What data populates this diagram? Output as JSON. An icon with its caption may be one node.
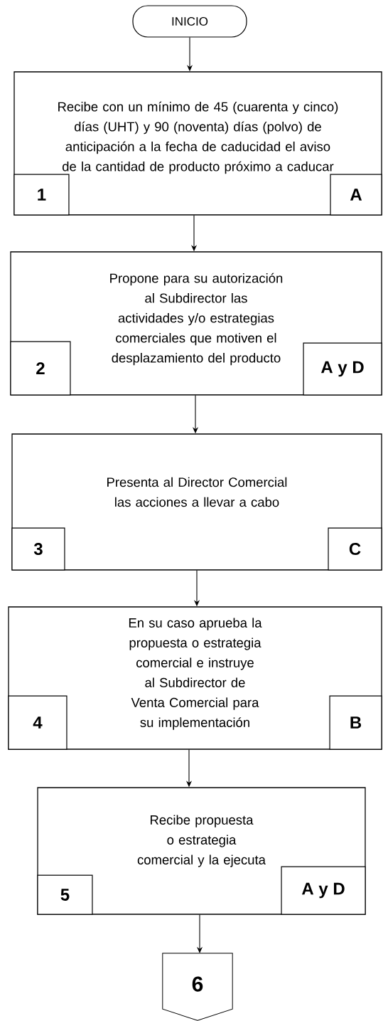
{
  "diagram": {
    "nodes": [
      {
        "text": [
          "INICIO"
        ]
      },
      {
        "text": [
          "Recibe con un mínimo de 45 (cuarenta y cinco) días (UHT) y 90 (noventa) días (polvo) de anticipación a la fecha de caducidad el aviso de la cantidad de producto próximo a caducar"
        ]
      },
      {
        "text": [
          "1"
        ],
        "in": 1
      },
      {
        "text": [
          "A"
        ],
        "in": 1
      },
      {
        "text": [
          "Propone para su autorización al Subdirector las actividades y/o estrategias comerciales que motiven el desplazamiento del producto"
        ]
      },
      {
        "text": [
          "2"
        ],
        "in": 4
      },
      {
        "text": [
          "A y D"
        ],
        "in": 4
      },
      {
        "text": [
          "Presenta al Director Comercial las acciones a llevar a cabo"
        ]
      },
      {
        "text": [
          "3"
        ],
        "in": 7
      },
      {
        "text": [
          "C"
        ],
        "in": 7
      },
      {
        "text": [
          "En su caso aprueba la propuesta o estrategia comercial e instruye al Subdirector de Venta Comercial para su implementación"
        ]
      },
      {
        "text": [
          "4"
        ],
        "in": 10
      },
      {
        "text": [
          "B"
        ],
        "in": 10
      },
      {
        "text": [
          "Recibe propuesta o estrategia comercial y la ejecuta"
        ]
      },
      {
        "text": [
          "5"
        ],
        "in": 13
      },
      {
        "text": [
          "A y D"
        ],
        "in": 13
      },
      {
        "text": [
          "6"
        ]
      }
    ],
    "edges": [
      {
        "from": 0,
        "to": 1,
        "arrow": "to"
      },
      {
        "from": 1,
        "to": 4,
        "arrow": "to"
      },
      {
        "from": 4,
        "to": 7,
        "arrow": "to"
      },
      {
        "from": 7,
        "to": 10,
        "arrow": "to"
      },
      {
        "from": 10,
        "to": 13,
        "arrow": "to"
      },
      {
        "from": 13,
        "to": 16,
        "arrow": "to"
      }
    ]
  }
}
